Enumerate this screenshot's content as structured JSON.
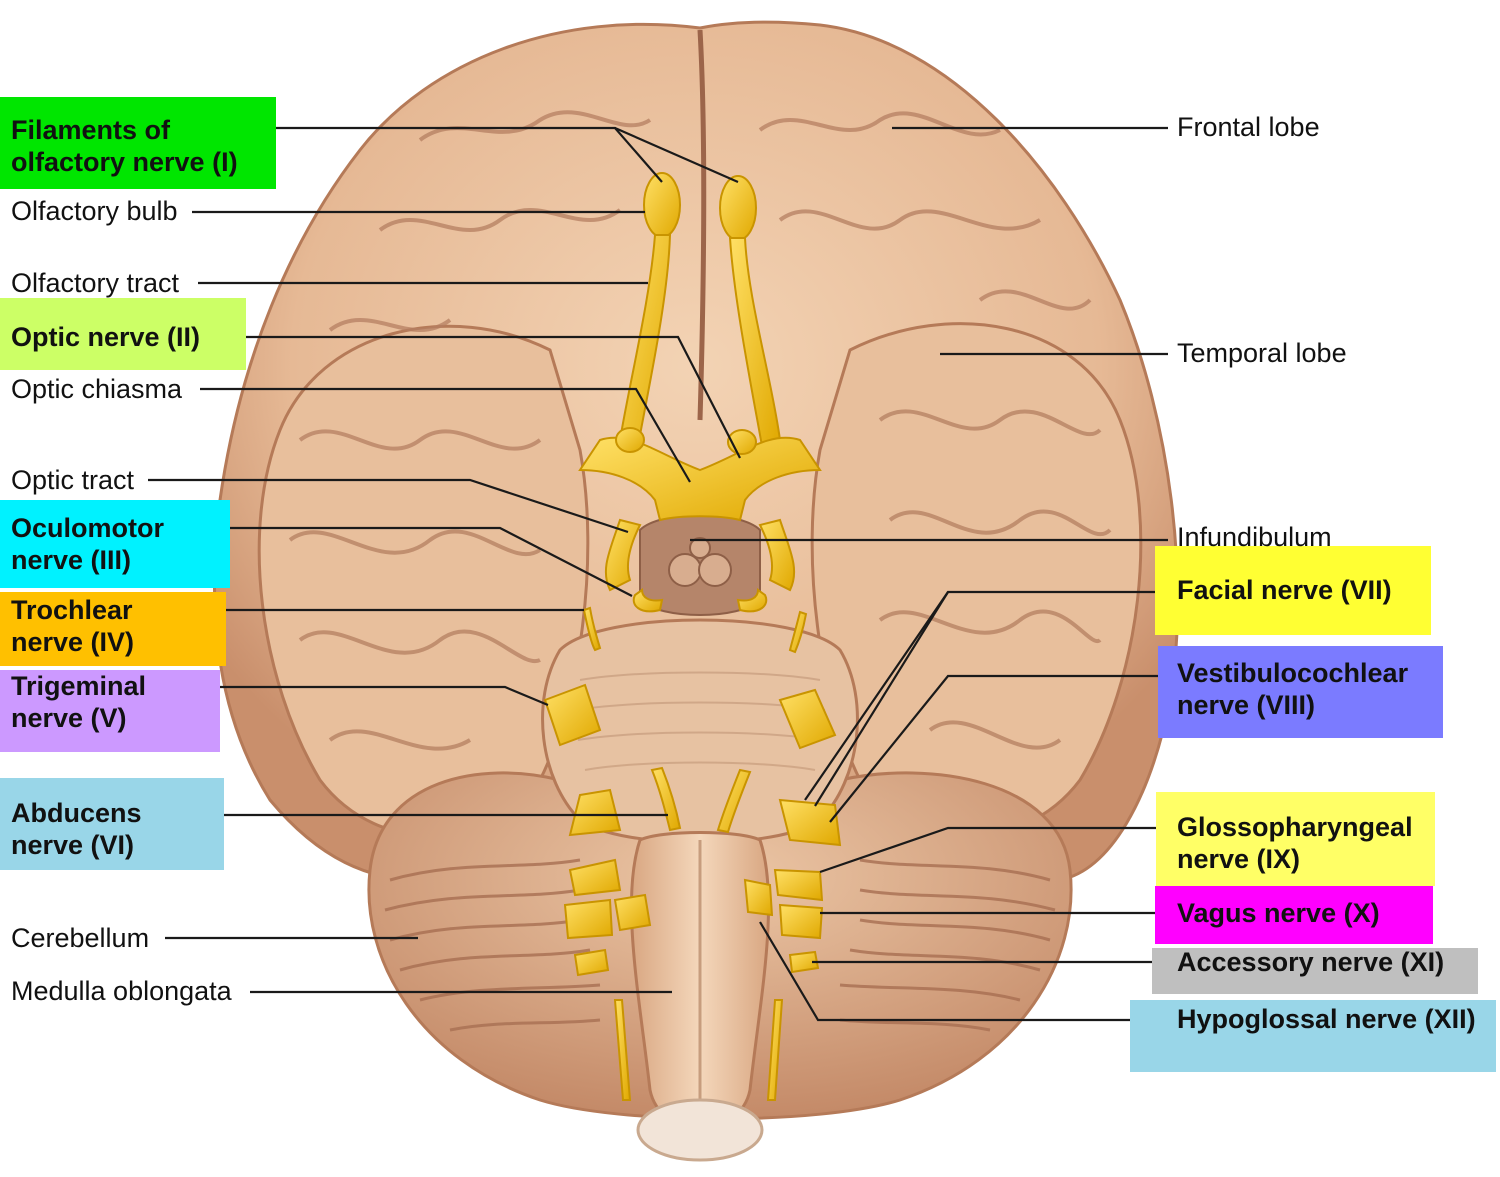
{
  "colors": {
    "brain": "#e9c09c",
    "brain_shadow": "#c98f6c",
    "gyri": "#a8735a",
    "nerve": "#f5c518",
    "nerve_dark": "#d9a300",
    "leader": "#1a1a1a",
    "box_olfactory": "#00e600",
    "box_optic": "#ccff66",
    "box_oculomotor": "#00f2ff",
    "box_trochlear": "#ffc000",
    "box_trigeminal": "#cc99ff",
    "box_abducens": "#99d6e8",
    "box_facial": "#ffff33",
    "box_vestibulocochlear": "#7b7bff",
    "box_glossopharyngeal": "#ffff66",
    "box_vagus": "#ff00ff",
    "box_accessory": "#bfbfbf",
    "box_hypoglossal": "#99d6e8"
  },
  "labels": {
    "olfactory_filaments": "Filaments of\nolfactory nerve (I)",
    "olfactory_bulb": "Olfactory bulb",
    "olfactory_tract": "Olfactory tract",
    "optic_nerve": "Optic nerve (II)",
    "optic_chiasma": "Optic chiasma",
    "optic_tract": "Optic tract",
    "oculomotor": "Oculomotor\nnerve (III)",
    "trochlear": "Trochlear\nnerve (IV)",
    "trigeminal": "Trigeminal\nnerve (V)",
    "abducens": "Abducens\nnerve (VI)",
    "cerebellum": "Cerebellum",
    "medulla": "Medulla oblongata",
    "frontal_lobe": "Frontal lobe",
    "temporal_lobe": "Temporal lobe",
    "infundibulum": "Infundibulum",
    "facial": "Facial nerve (VII)",
    "vestibulocochlear": "Vestibulocochlear\nnerve (VIII)",
    "glossopharyngeal": "Glossopharyngeal\nnerve (IX)",
    "vagus": "Vagus nerve (X)",
    "accessory": "Accessory nerve (XI)",
    "hypoglossal": "Hypoglossal nerve (XII)"
  }
}
